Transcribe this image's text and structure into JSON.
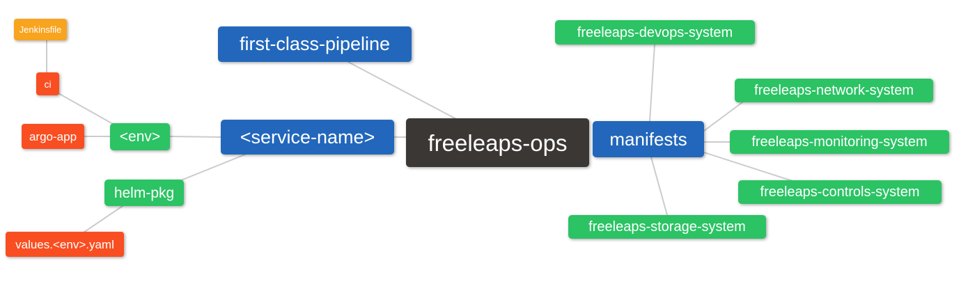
{
  "diagram": {
    "type": "mindmap",
    "root_id": "freeleaps_ops",
    "palette": {
      "blue": "#2267BB",
      "green": "#2BC364",
      "dark": "#3B3735",
      "orange": "#F8A41F",
      "red": "#F94E21",
      "line": "#CCCCCC",
      "text": "#FFFFFF",
      "background": "#FFFFFF"
    },
    "nodes": {
      "jenkinsfile": {
        "label": "Jenkinsfile",
        "color": "orange"
      },
      "ci": {
        "label": "ci",
        "color": "red"
      },
      "argo_app": {
        "label": "argo-app",
        "color": "red"
      },
      "env": {
        "label": "<env>",
        "color": "green"
      },
      "helm_pkg": {
        "label": "helm-pkg",
        "color": "green"
      },
      "values_env_yaml": {
        "label": "values.<env>.yaml",
        "color": "red"
      },
      "first_class_pipeline": {
        "label": "first-class-pipeline",
        "color": "blue"
      },
      "service_name": {
        "label": "<service-name>",
        "color": "blue"
      },
      "freeleaps_ops": {
        "label": "freeleaps-ops",
        "color": "dark"
      },
      "manifests": {
        "label": "manifests",
        "color": "blue"
      },
      "devops_system": {
        "label": "freeleaps-devops-system",
        "color": "green"
      },
      "network_system": {
        "label": "freeleaps-network-system",
        "color": "green"
      },
      "monitoring_system": {
        "label": "freeleaps-monitoring-system",
        "color": "green"
      },
      "controls_system": {
        "label": "freeleaps-controls-system",
        "color": "green"
      },
      "storage_system": {
        "label": "freeleaps-storage-system",
        "color": "green"
      }
    },
    "edges": [
      [
        "jenkinsfile",
        "ci"
      ],
      [
        "ci",
        "env"
      ],
      [
        "argo_app",
        "env"
      ],
      [
        "env",
        "service_name"
      ],
      [
        "service_name",
        "freeleaps_ops"
      ],
      [
        "first_class_pipeline",
        "freeleaps_ops"
      ],
      [
        "service_name",
        "helm_pkg"
      ],
      [
        "helm_pkg",
        "values_env_yaml"
      ],
      [
        "manifests",
        "devops_system"
      ],
      [
        "manifests",
        "network_system"
      ],
      [
        "manifests",
        "monitoring_system"
      ],
      [
        "manifests",
        "controls_system"
      ],
      [
        "manifests",
        "storage_system"
      ],
      [
        "freeleaps_ops",
        "manifests"
      ]
    ]
  }
}
